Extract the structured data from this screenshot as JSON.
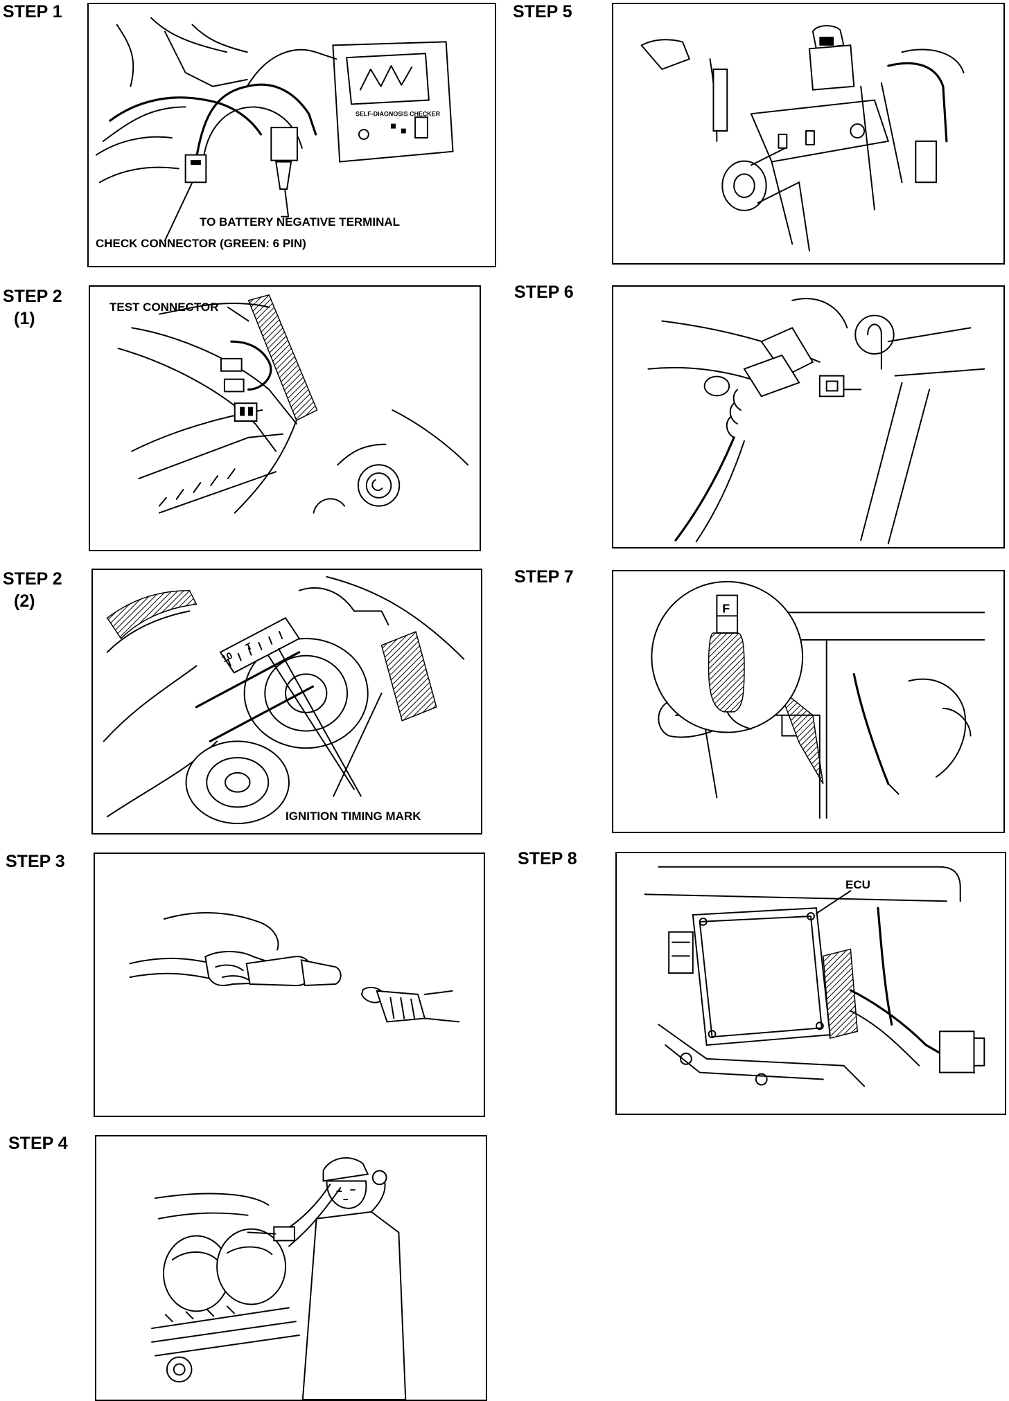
{
  "steps": [
    {
      "id": "step1",
      "label": "STEP 1",
      "callouts": [
        "TO BATTERY NEGATIVE TERMINAL",
        "CHECK CONNECTOR (GREEN: 6 PIN)"
      ],
      "device_text": "SELF-DIAGNOSIS CHECKER"
    },
    {
      "id": "step2-1",
      "label": "STEP 2",
      "sub": "(1)",
      "callouts": [
        "TEST CONNECTOR"
      ]
    },
    {
      "id": "step2-2",
      "label": "STEP 2",
      "sub": "(2)",
      "callouts": [
        "IGNITION TIMING MARK"
      ]
    },
    {
      "id": "step3",
      "label": "STEP 3",
      "callouts": []
    },
    {
      "id": "step4",
      "label": "STEP 4",
      "callouts": []
    },
    {
      "id": "step5",
      "label": "STEP 5",
      "callouts": []
    },
    {
      "id": "step6",
      "label": "STEP 6",
      "callouts": []
    },
    {
      "id": "step7",
      "label": "STEP 7",
      "callouts": [],
      "gauge_letter": "F"
    },
    {
      "id": "step8",
      "label": "STEP 8",
      "callouts": [
        "ECU"
      ]
    }
  ]
}
